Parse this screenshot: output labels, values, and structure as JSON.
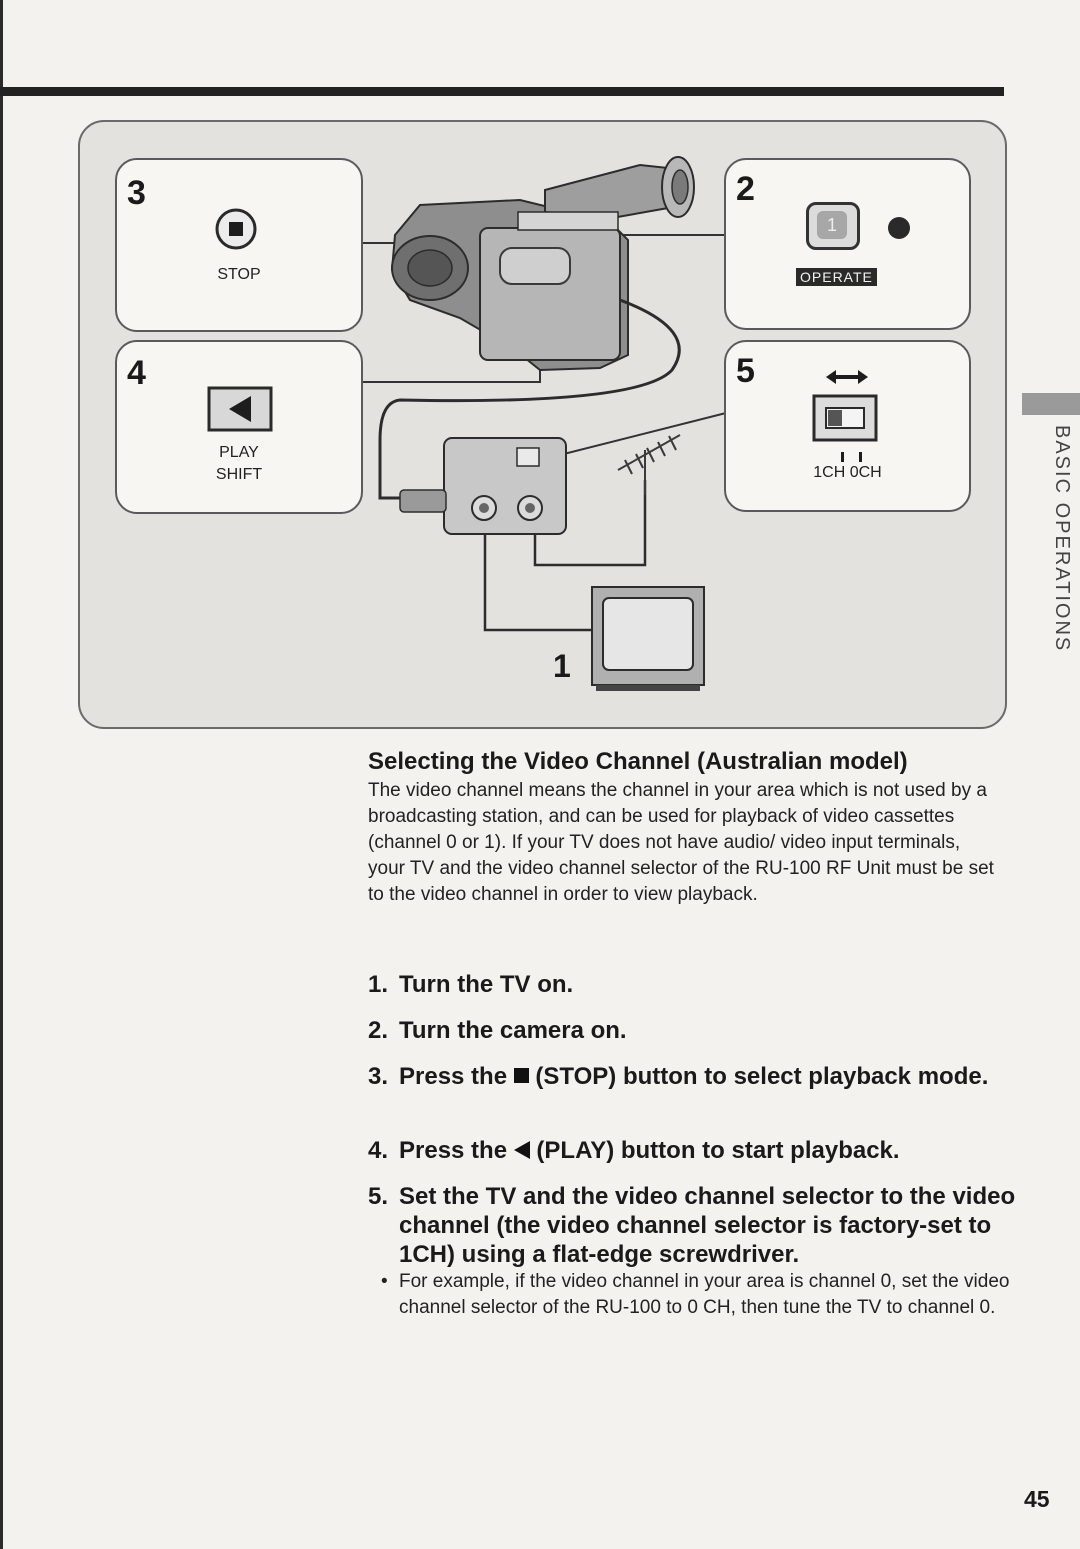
{
  "figure": {
    "callouts": {
      "stop": {
        "number": "3",
        "label": "STOP"
      },
      "operate": {
        "number": "2",
        "label": "OPERATE",
        "switch_digit": "1"
      },
      "play_shift": {
        "number": "4",
        "label_line1": "PLAY",
        "label_line2": "SHIFT"
      },
      "channel": {
        "number": "5",
        "label": "1CH 0CH"
      }
    },
    "tv_callout_number": "1"
  },
  "side_label": "BASIC OPERATIONS",
  "section": {
    "heading": "Selecting the Video Channel (Australian model)",
    "intro": "The video channel means the channel in your area which is not used by a broadcasting station, and can be used for playback of video cassettes (channel 0 or 1). If your TV does not have audio/ video input terminals, your TV and the video channel selector of the RU-100 RF Unit must be set to the video channel in order to view playback."
  },
  "steps": [
    {
      "number": "1.",
      "text": "Turn the TV on."
    },
    {
      "number": "2.",
      "text": "Turn the camera on."
    },
    {
      "number": "3.",
      "pre": "Press the",
      "post": "(STOP) button to select playback mode."
    },
    {
      "number": "4.",
      "pre": "Press the",
      "post": "(PLAY) button to start playback."
    },
    {
      "number": "5.",
      "text": "Set the TV and the video channel selector to the video channel (the video channel selector is factory-set to 1CH) using a flat-edge screwdriver."
    }
  ],
  "note": {
    "bullet": "•",
    "text": "For example, if the video channel in your area is channel 0, set the video channel selector of the RU-100 to 0 CH, then tune the TV to channel 0."
  },
  "page_number": "45"
}
